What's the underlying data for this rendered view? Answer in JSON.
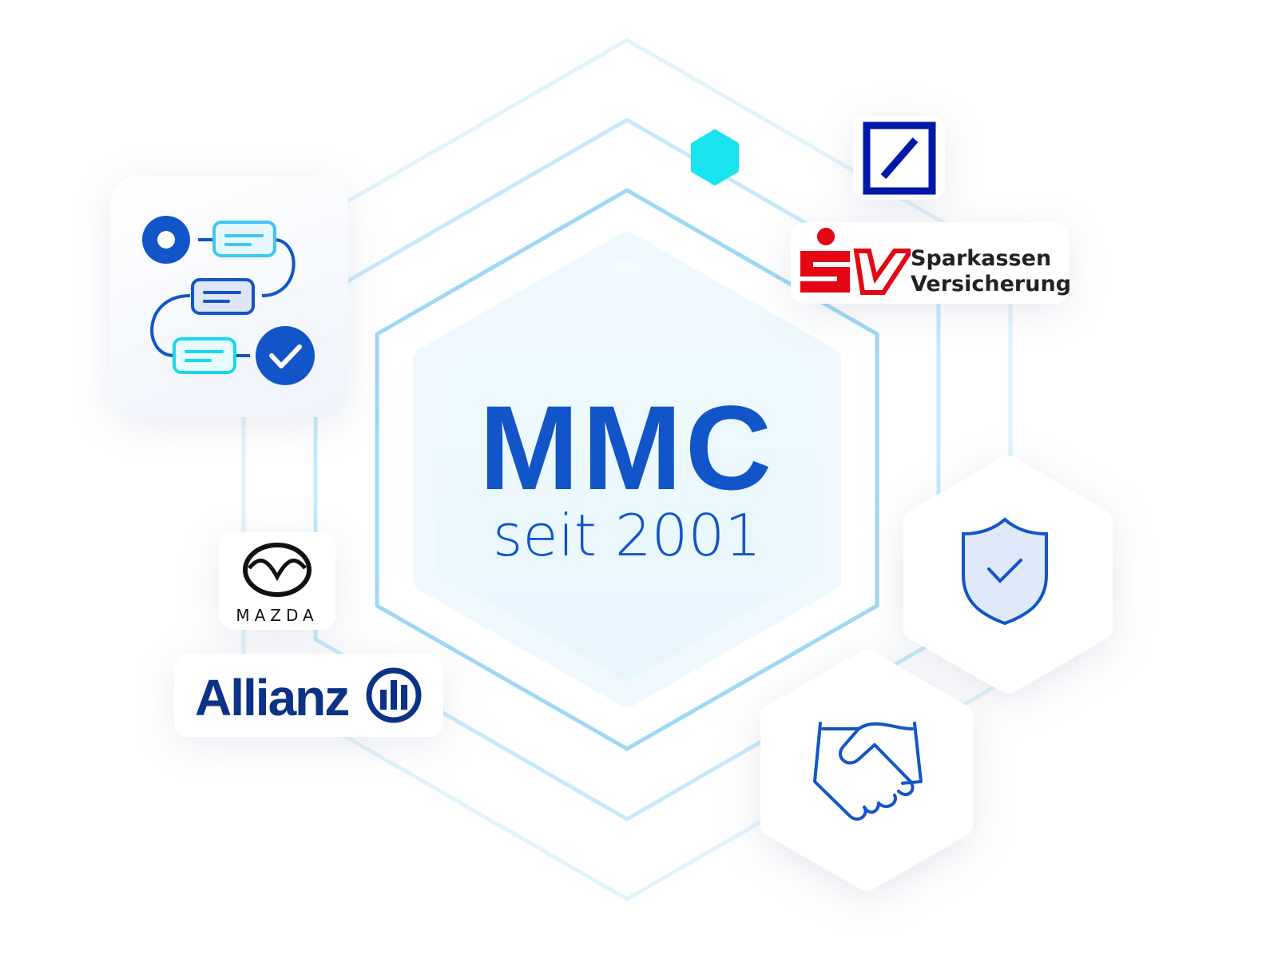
{
  "center": {
    "title": "MMC",
    "subtitle": "seit 2001"
  },
  "logos": {
    "deutsche_bank": "Deutsche Bank",
    "sv": {
      "line1": "Sparkassen",
      "line2": "Versicherung",
      "mark": "SV"
    },
    "mazda": "MAZDA",
    "allianz": "Allianz"
  },
  "colors": {
    "primary": "#1155c8",
    "accent": "#19e3ef",
    "line": "#9fd8f5",
    "sv_red": "#e30613",
    "db_blue": "#0018a8",
    "allianz_blue": "#0a3286"
  },
  "icons": [
    "workflow-icon",
    "shield-check-icon",
    "handshake-icon"
  ]
}
